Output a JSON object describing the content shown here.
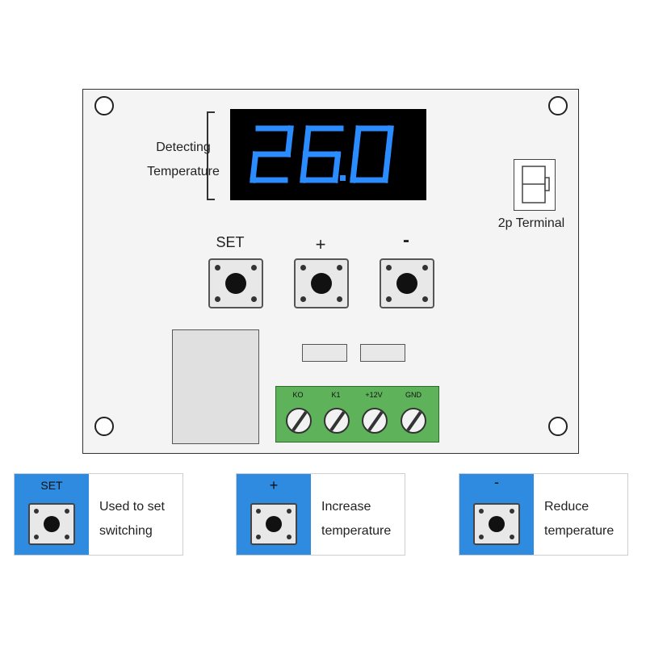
{
  "display": {
    "reading": "26.0",
    "label_line1": "Detecting",
    "label_line2": "Temperature",
    "digit_color": "#2a8cff"
  },
  "terminal": {
    "label": "2p Terminal"
  },
  "buttons": [
    {
      "label": "SET"
    },
    {
      "label": "+"
    },
    {
      "label": "-"
    }
  ],
  "connector": {
    "pins": [
      "KO",
      "K1",
      "+12V",
      "GND"
    ]
  },
  "legend": [
    {
      "button": "SET",
      "line1": "Used to set",
      "line2": "switching"
    },
    {
      "button": "+",
      "line1": "Increase",
      "line2": "temperature"
    },
    {
      "button": "-",
      "line1": "Reduce",
      "line2": "temperature"
    }
  ],
  "colors": {
    "legend_blue": "#2f8be0",
    "terminal_green": "#5eb35a"
  }
}
